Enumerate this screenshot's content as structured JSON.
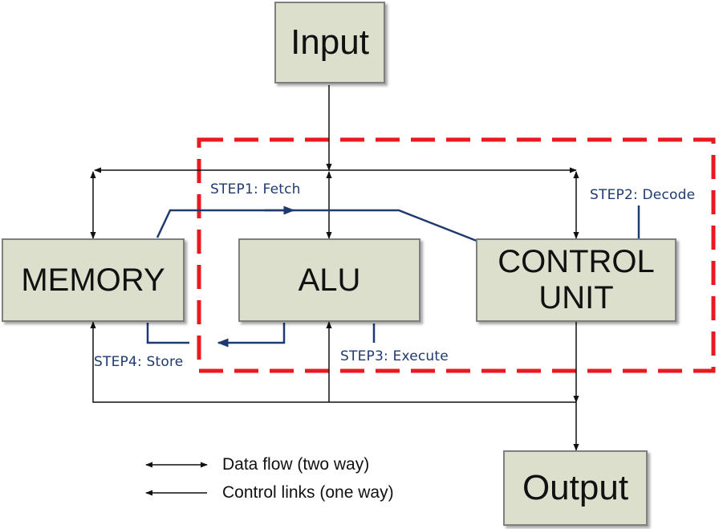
{
  "boxes": {
    "input": "Input",
    "memory": "MEMORY",
    "alu": "ALU",
    "control_unit_line1": "CONTROL",
    "control_unit_line2": "UNIT",
    "output": "Output"
  },
  "steps": {
    "fetch": "STEP1: Fetch",
    "decode": "STEP2: Decode",
    "execute": "STEP3: Execute",
    "store": "STEP4: Store"
  },
  "legend": {
    "data_flow": "Data flow (two way)",
    "control_links": "Control links (one way)"
  },
  "colors": {
    "box_fill": "#dddfcd",
    "cpu_boundary": "#e8191f",
    "step_path": "#1f3a6e",
    "connector": "#111111"
  }
}
